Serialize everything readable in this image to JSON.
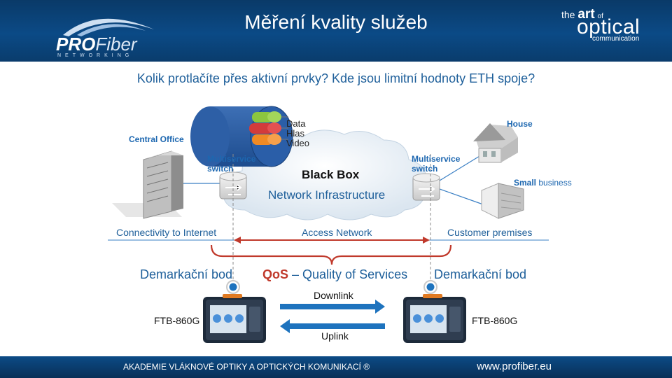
{
  "header": {
    "title": "Měření kvality služeb",
    "logo_brand_bold": "PRO",
    "logo_brand_light": "Fiber",
    "logo_sub": "NETWORKING",
    "art_the": "the",
    "art_art": "art",
    "art_of": "of",
    "art_optical": "optical",
    "art_communication": "communication"
  },
  "question": "Kolik protlačíte přes aktivní prvky? Kde jsou limitní hodnoty ETH spoje?",
  "diagram": {
    "central_office": "Central Office",
    "multiservice_left_1": "Multiservice",
    "multiservice_left_2": "switch",
    "multiservice_right_1": "Multiservice",
    "multiservice_right_2": "switch",
    "cable_data": "Data",
    "cable_hlas": "Hlas",
    "cable_video": "Video",
    "black_box": "Black Box",
    "network_infra": "Network Infrastructure",
    "house": "House",
    "small_business_bold": "Small",
    "small_business_rest": " business",
    "connectivity": "Connectivity to Internet",
    "access_network": "Access Network",
    "customer_premises": "Customer premises",
    "demarc_left": "Demarkační bod",
    "demarc_right": "Demarkační bod",
    "qos_bold": "QoS",
    "qos_rest": " – Quality of Services",
    "downlink": "Downlink",
    "uplink": "Uplink",
    "ftb_left": "FTB-860G",
    "ftb_right": "FTB-860G"
  },
  "colors": {
    "brand_blue": "#0b4a86",
    "label_blue": "#1d67b0",
    "bracket_red": "#c0392b",
    "qos_red": "#c0392b",
    "arrow_blue": "#1e73be"
  },
  "footer": {
    "left": "AKADEMIE VLÁKNOVÉ OPTIKY  A OPTICKÝCH KOMUNIKACÍ ®",
    "right": "www.profiber.eu"
  }
}
